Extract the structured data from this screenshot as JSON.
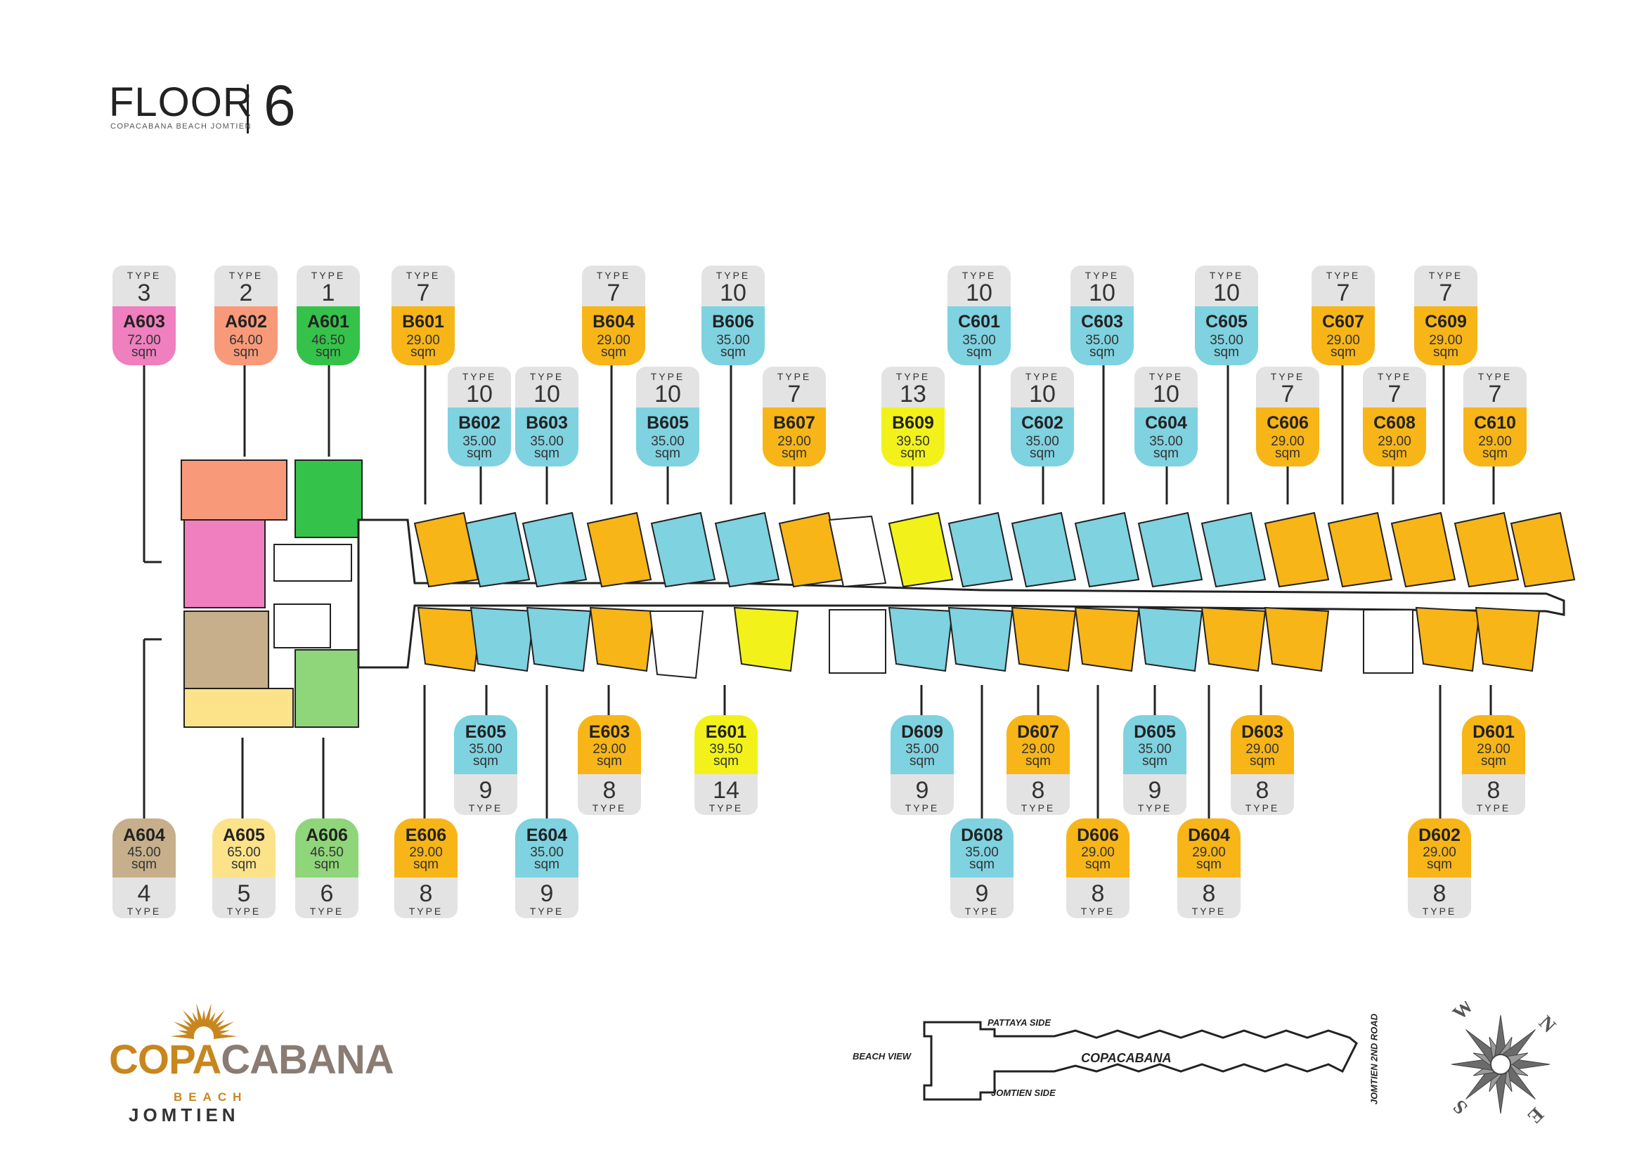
{
  "header": {
    "floor_word": "FLOOR",
    "floor_number": "6",
    "project_sub": "COPACABANA BEACH JOMTIEN"
  },
  "type_word": "TYPE",
  "area_unit": "sqm",
  "colors": {
    "type_1": "#35c24a",
    "type_2": "#f89a7a",
    "type_3": "#ef7fbf",
    "type_4": "#c6af8a",
    "type_5": "#fce38a",
    "type_6": "#8fd67a",
    "type_7_8": "#f7b518",
    "type_9_10": "#7fd2e0",
    "type_13_14": "#f2f21a",
    "type_box": "#e3e3e3"
  },
  "units_top": [
    {
      "code": "A603",
      "area": "72.00",
      "type": "3"
    },
    {
      "code": "A602",
      "area": "64.00",
      "type": "2"
    },
    {
      "code": "A601",
      "area": "46.50",
      "type": "1"
    },
    {
      "code": "B601",
      "area": "29.00",
      "type": "7"
    },
    {
      "code": "B602",
      "area": "35.00",
      "type": "10"
    },
    {
      "code": "B603",
      "area": "35.00",
      "type": "10"
    },
    {
      "code": "B604",
      "area": "29.00",
      "type": "7"
    },
    {
      "code": "B605",
      "area": "35.00",
      "type": "10"
    },
    {
      "code": "B606",
      "area": "35.00",
      "type": "10"
    },
    {
      "code": "B607",
      "area": "29.00",
      "type": "7"
    },
    {
      "code": "B609",
      "area": "39.50",
      "type": "13"
    },
    {
      "code": "C601",
      "area": "35.00",
      "type": "10"
    },
    {
      "code": "C602",
      "area": "35.00",
      "type": "10"
    },
    {
      "code": "C603",
      "area": "35.00",
      "type": "10"
    },
    {
      "code": "C604",
      "area": "35.00",
      "type": "10"
    },
    {
      "code": "C605",
      "area": "35.00",
      "type": "10"
    },
    {
      "code": "C606",
      "area": "29.00",
      "type": "7"
    },
    {
      "code": "C607",
      "area": "29.00",
      "type": "7"
    },
    {
      "code": "C608",
      "area": "29.00",
      "type": "7"
    },
    {
      "code": "C609",
      "area": "29.00",
      "type": "7"
    },
    {
      "code": "C610",
      "area": "29.00",
      "type": "7"
    }
  ],
  "units_bottom": [
    {
      "code": "A604",
      "area": "45.00",
      "type": "4"
    },
    {
      "code": "A605",
      "area": "65.00",
      "type": "5"
    },
    {
      "code": "A606",
      "area": "46.50",
      "type": "6"
    },
    {
      "code": "E606",
      "area": "29.00",
      "type": "8"
    },
    {
      "code": "E605",
      "area": "35.00",
      "type": "9"
    },
    {
      "code": "E604",
      "area": "35.00",
      "type": "9"
    },
    {
      "code": "E603",
      "area": "29.00",
      "type": "8"
    },
    {
      "code": "E601",
      "area": "39.50",
      "type": "14"
    },
    {
      "code": "D609",
      "area": "35.00",
      "type": "9"
    },
    {
      "code": "D608",
      "area": "35.00",
      "type": "9"
    },
    {
      "code": "D607",
      "area": "29.00",
      "type": "8"
    },
    {
      "code": "D606",
      "area": "29.00",
      "type": "8"
    },
    {
      "code": "D605",
      "area": "35.00",
      "type": "9"
    },
    {
      "code": "D604",
      "area": "29.00",
      "type": "8"
    },
    {
      "code": "D603",
      "area": "29.00",
      "type": "8"
    },
    {
      "code": "D602",
      "area": "29.00",
      "type": "8"
    },
    {
      "code": "D601",
      "area": "29.00",
      "type": "8"
    }
  ],
  "logo": {
    "copa": "COPA",
    "cabana": "CABANA",
    "beach": "BEACH",
    "jomtien": "JOMTIEN"
  },
  "key_plan": {
    "pattaya_side": "PATTAYA SIDE",
    "beach_view": "BEACH VIEW",
    "center_label": "COPACABANA",
    "jomtien_side": "JOMTIEN SIDE",
    "road": "JOMTIEN 2ND ROAD"
  },
  "compass": {
    "w": "W",
    "n": "N",
    "s": "S",
    "e": "E"
  }
}
